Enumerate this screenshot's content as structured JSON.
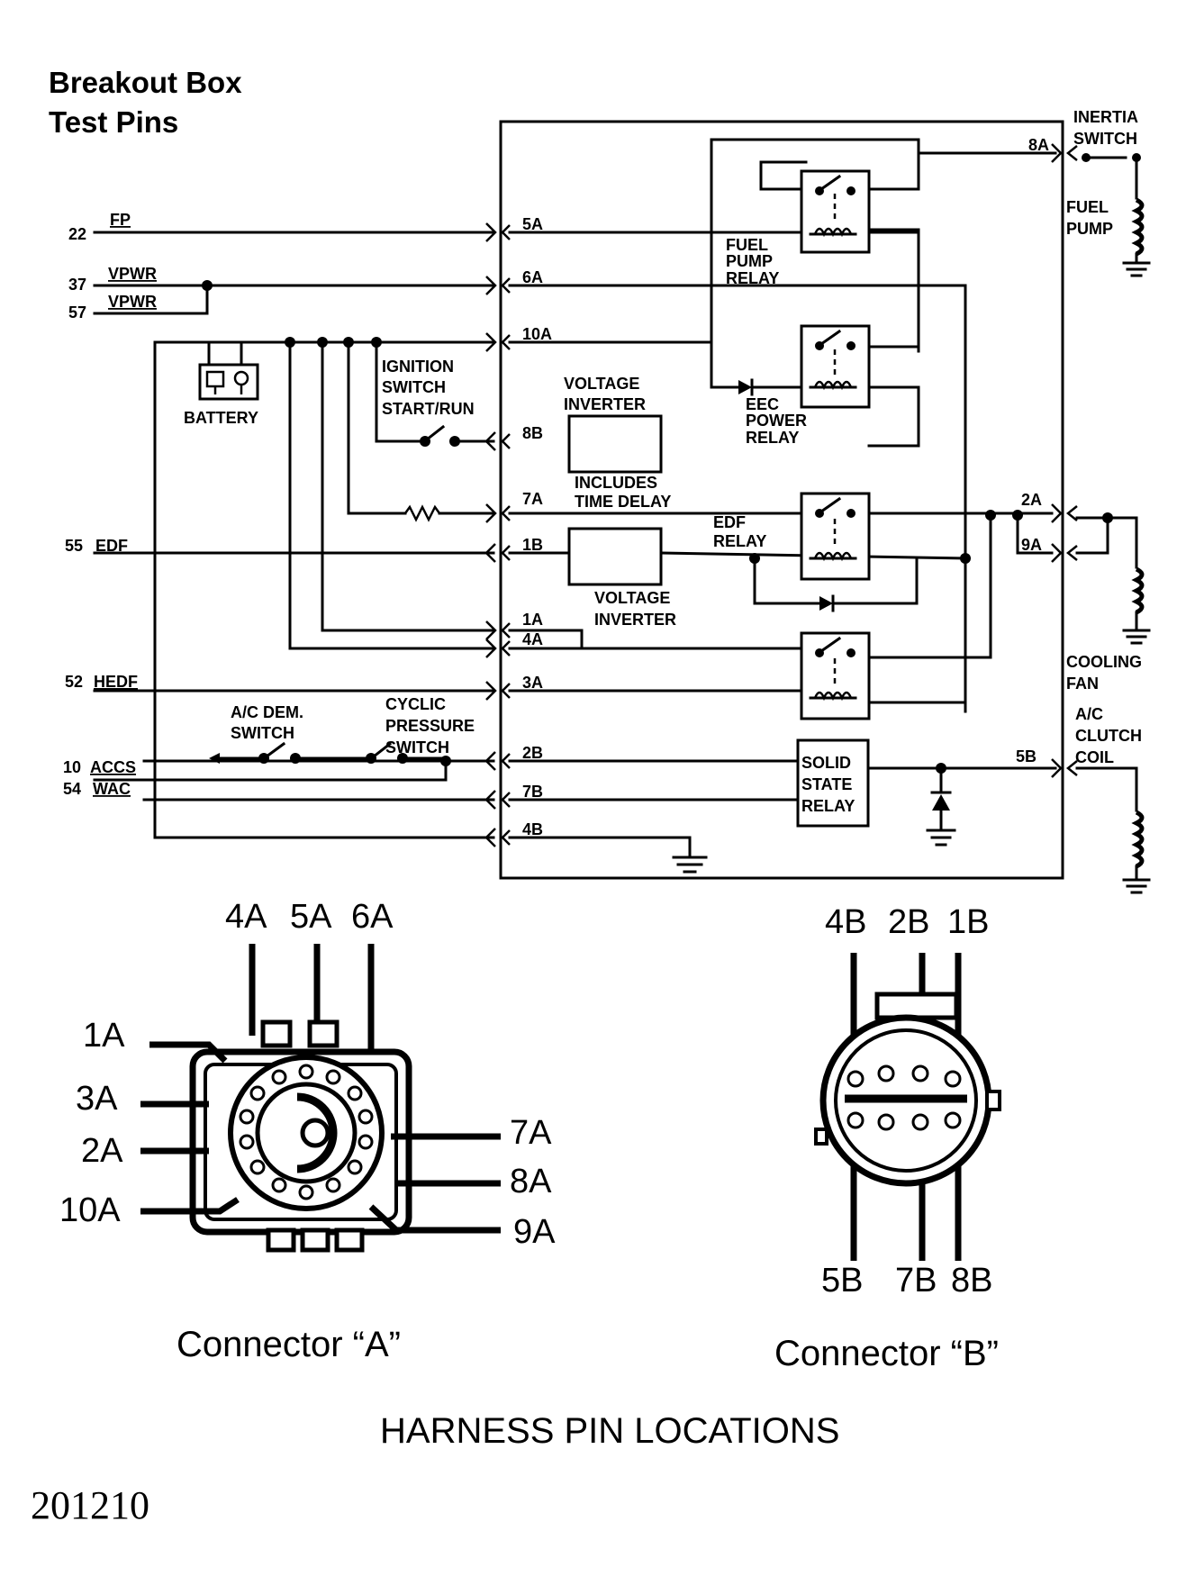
{
  "title": [
    "Breakout Box",
    "Test Pins"
  ],
  "pin_numbers": [
    "22",
    "37",
    "57",
    "55",
    "52",
    "10",
    "54"
  ],
  "left_signals": {
    "fp": "FP",
    "vpwr_1": "VPWR",
    "vpwr_2": "VPWR",
    "edf": "EDF",
    "hedf": "HEDF",
    "accs": "ACCS",
    "wac": "WAC"
  },
  "terminals": [
    "5A",
    "6A",
    "10A",
    "8B",
    "7A",
    "1B",
    "1A",
    "4A",
    "3A",
    "2B",
    "7B",
    "4B",
    "8A",
    "2A",
    "9A",
    "5B"
  ],
  "components": {
    "battery": "BATTERY",
    "ignition_switch": [
      "IGNITION",
      "SWITCH",
      "START/RUN"
    ],
    "voltage_inverter_1": [
      "VOLTAGE",
      "INVERTER"
    ],
    "time_delay": [
      "INCLUDES",
      "TIME DELAY"
    ],
    "voltage_inverter_2": [
      "VOLTAGE",
      "INVERTER"
    ],
    "fuel_pump_relay": [
      "FUEL",
      "PUMP",
      "RELAY"
    ],
    "eec_power_relay": [
      "EEC",
      "POWER",
      "RELAY"
    ],
    "edf_relay": [
      "EDF",
      "RELAY"
    ],
    "ac_dem_switch": [
      "A/C DEM.",
      "SWITCH"
    ],
    "cyclic_pressure_switch": [
      "CYCLIC",
      "PRESSURE",
      "SWITCH"
    ],
    "solid_state_relay": [
      "SOLID",
      "STATE",
      "RELAY"
    ],
    "inertia_switch": [
      "INERTIA",
      "SWITCH"
    ],
    "fuel_pump": [
      "FUEL",
      "PUMP"
    ],
    "cooling_fan": [
      "COOLING",
      "FAN"
    ],
    "ac_clutch_coil": [
      "A/C",
      "CLUTCH",
      "COIL"
    ]
  },
  "connector_a": {
    "top_pins": [
      "4A",
      "5A",
      "6A"
    ],
    "left_pins": [
      "1A",
      "3A",
      "2A",
      "10A"
    ],
    "right_pins": [
      "7A",
      "8A",
      "9A"
    ],
    "caption": "Connector “A”"
  },
  "connector_b": {
    "top_pins": [
      "4B",
      "2B",
      "1B"
    ],
    "bottom_pins": [
      "5B",
      "7B",
      "8B"
    ],
    "caption": "Connector “B”"
  },
  "footer_title": "HARNESS PIN LOCATIONS",
  "figure_number": "201210"
}
